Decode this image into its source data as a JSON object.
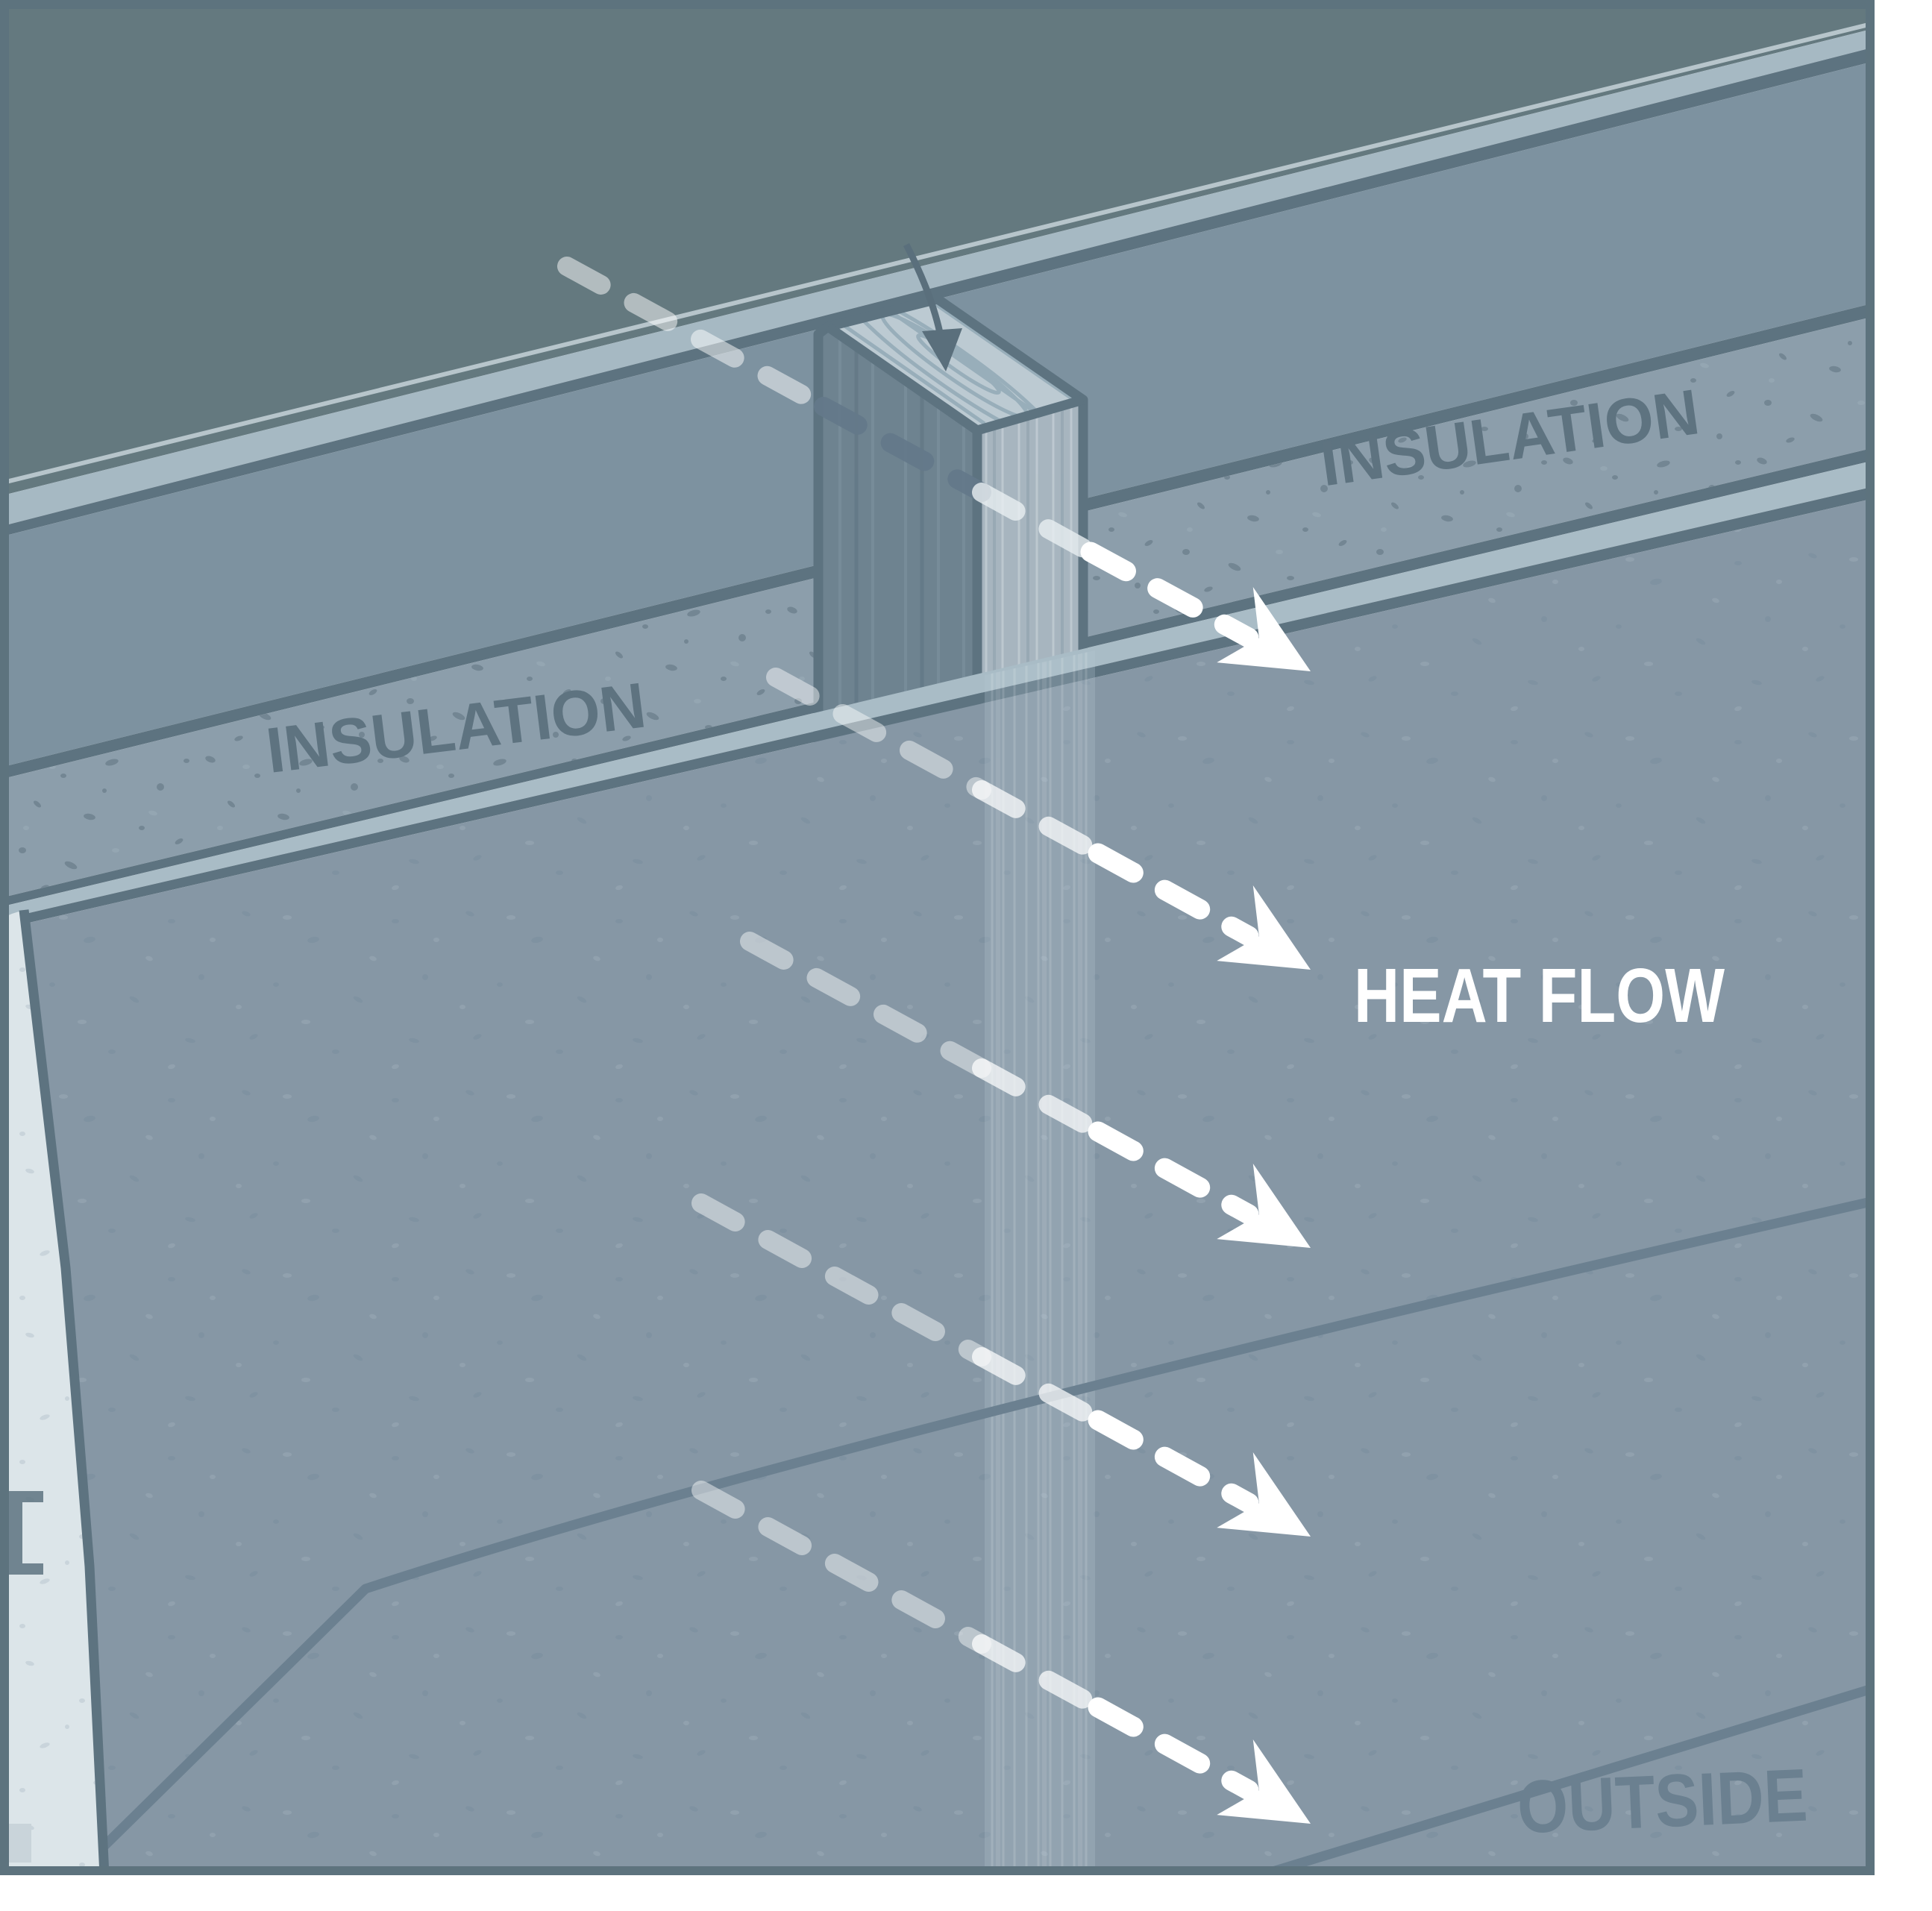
{
  "illustration": {
    "description": "cutaway wall diagram showing thermal bridging through a wood stud",
    "labels": {
      "insulation_left": "INSULATION",
      "insulation_right": "INSULATION",
      "heat_flow": "HEAT FLOW",
      "outside": "OUTSIDE"
    },
    "icons": [
      "heat-flow-arrow",
      "stud-pointer-arrow"
    ],
    "colors": {
      "interior_dark": "#64797F",
      "top_plate_light": "#A6B9C3",
      "outline_dark": "#5D7380",
      "inner_wall": "#7D92A0",
      "insulation_base": "#8C9EAB",
      "sheathing_panel": "#8697A5",
      "stud_top": "#BCCAD2",
      "stud_left_face": "#6E8390",
      "stud_right_face": "#A7B5BF",
      "siding_edge_white": "#DCE5E9",
      "arrow_white": "#FFFFFF",
      "label_muted": "#6B8090",
      "frame": "#5D737E"
    },
    "arrow_count": 5
  }
}
